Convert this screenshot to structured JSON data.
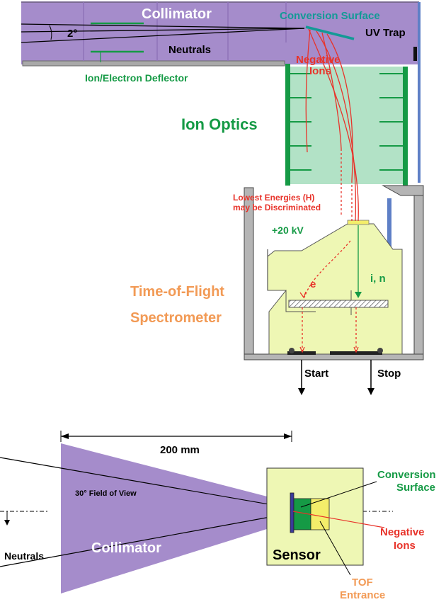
{
  "top": {
    "collimator": "Collimator",
    "angle": "2°",
    "conversion_surface": "Conversion Surface",
    "uv_trap": "UV Trap",
    "neutrals": "Neutrals",
    "negative": "Negative",
    "ions": "Ions",
    "ion_deflector": "Ion/Electron Deflector",
    "ion_optics": "Ion Optics",
    "lowest_energies_1": "Lowest Energies (H)",
    "lowest_energies_2": "may be Discriminated",
    "voltage": "+20 kV",
    "i_n": "i, n",
    "e": "e",
    "tof_1": "Time-of-Flight",
    "tof_2": "Spectrometer",
    "start": "Start",
    "stop": "Stop"
  },
  "bottom": {
    "dimension": "200 mm",
    "fov": "30° Field of View",
    "collimator": "Collimator",
    "neutrals": "Neutrals",
    "sensor": "Sensor",
    "conversion_1": "Conversion",
    "conversion_2": "Surface",
    "negative_1": "Negative",
    "negative_2": "Ions",
    "tof_1": "TOF",
    "tof_2": "Entrance"
  },
  "colors": {
    "collimator": "#a58ccb",
    "optics": "#b2e2c6",
    "tof": "#eef7b4",
    "green": "#159a45",
    "red": "#e8332a",
    "orange": "#f29a55",
    "teal": "#139a96",
    "blue": "#5e7fc6",
    "gray": "#b5b5b5"
  }
}
